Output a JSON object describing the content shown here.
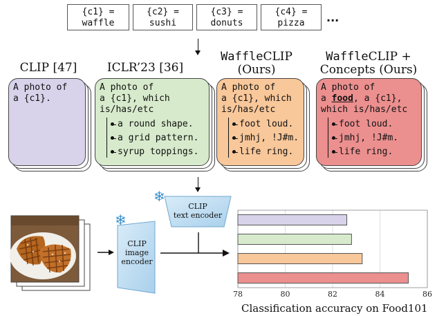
{
  "classes": [
    {
      "var": "{c1} =",
      "name": "waffle"
    },
    {
      "var": "{c2} =",
      "name": "sushi"
    },
    {
      "var": "{c3} =",
      "name": "donuts"
    },
    {
      "var": "{c4} =",
      "name": "pizza"
    }
  ],
  "ellipsis": "...",
  "methods": [
    {
      "title_a": "CLIP [47]",
      "title_b": "",
      "color": "#d8d3ea",
      "prompt": [
        "A photo of",
        "a {c1}."
      ],
      "descriptors": []
    },
    {
      "title_a": "ICLR’23 [36]",
      "title_b": "",
      "color": "#d7ebcc",
      "prompt": [
        "A photo of",
        "a {c1}, which",
        "is/has/etc"
      ],
      "descriptors": [
        "a round shape.",
        "a grid pattern.",
        "syrup toppings."
      ]
    },
    {
      "title_a_mono": "Waffle",
      "title_a": "CLIP",
      "title_b": "(Ours)",
      "color": "#f8c79a",
      "prompt": [
        "A photo of",
        "a {c1}, which",
        "is/has/etc"
      ],
      "descriptors": [
        "foot loud.",
        "jmhj, !J#m.",
        "life ring."
      ]
    },
    {
      "title_a_mono": "Waffle",
      "title_a": "CLIP +",
      "title_b": "Concepts (Ours)",
      "color": "#ec8f8f",
      "prompt_pre": "A photo of",
      "prompt_bold": "food",
      "prompt_post": ", a {c1},",
      "prompt": [
        "which is/has/etc"
      ],
      "descriptors": [
        "foot loud.",
        "jmhj, !J#m.",
        "life ring."
      ]
    }
  ],
  "encoders": {
    "text": [
      "CLIP",
      "text encoder"
    ],
    "image": [
      "CLIP",
      "image",
      "encoder"
    ]
  },
  "chart_data": {
    "type": "bar",
    "orientation": "horizontal",
    "categories": [
      "CLIP",
      "ICLR’23",
      "WaffleCLIP",
      "WaffleCLIP + Concepts"
    ],
    "values": [
      82.6,
      82.8,
      83.25,
      85.2
    ],
    "colors": [
      "#d8d3ea",
      "#d7ebcc",
      "#f8c79a",
      "#ec8f8f"
    ],
    "xlim": [
      78,
      86
    ],
    "xticks": [
      "78",
      "80",
      "82",
      "84",
      "86"
    ],
    "xlabel": "Classification accuracy on Food101",
    "grid": true
  }
}
